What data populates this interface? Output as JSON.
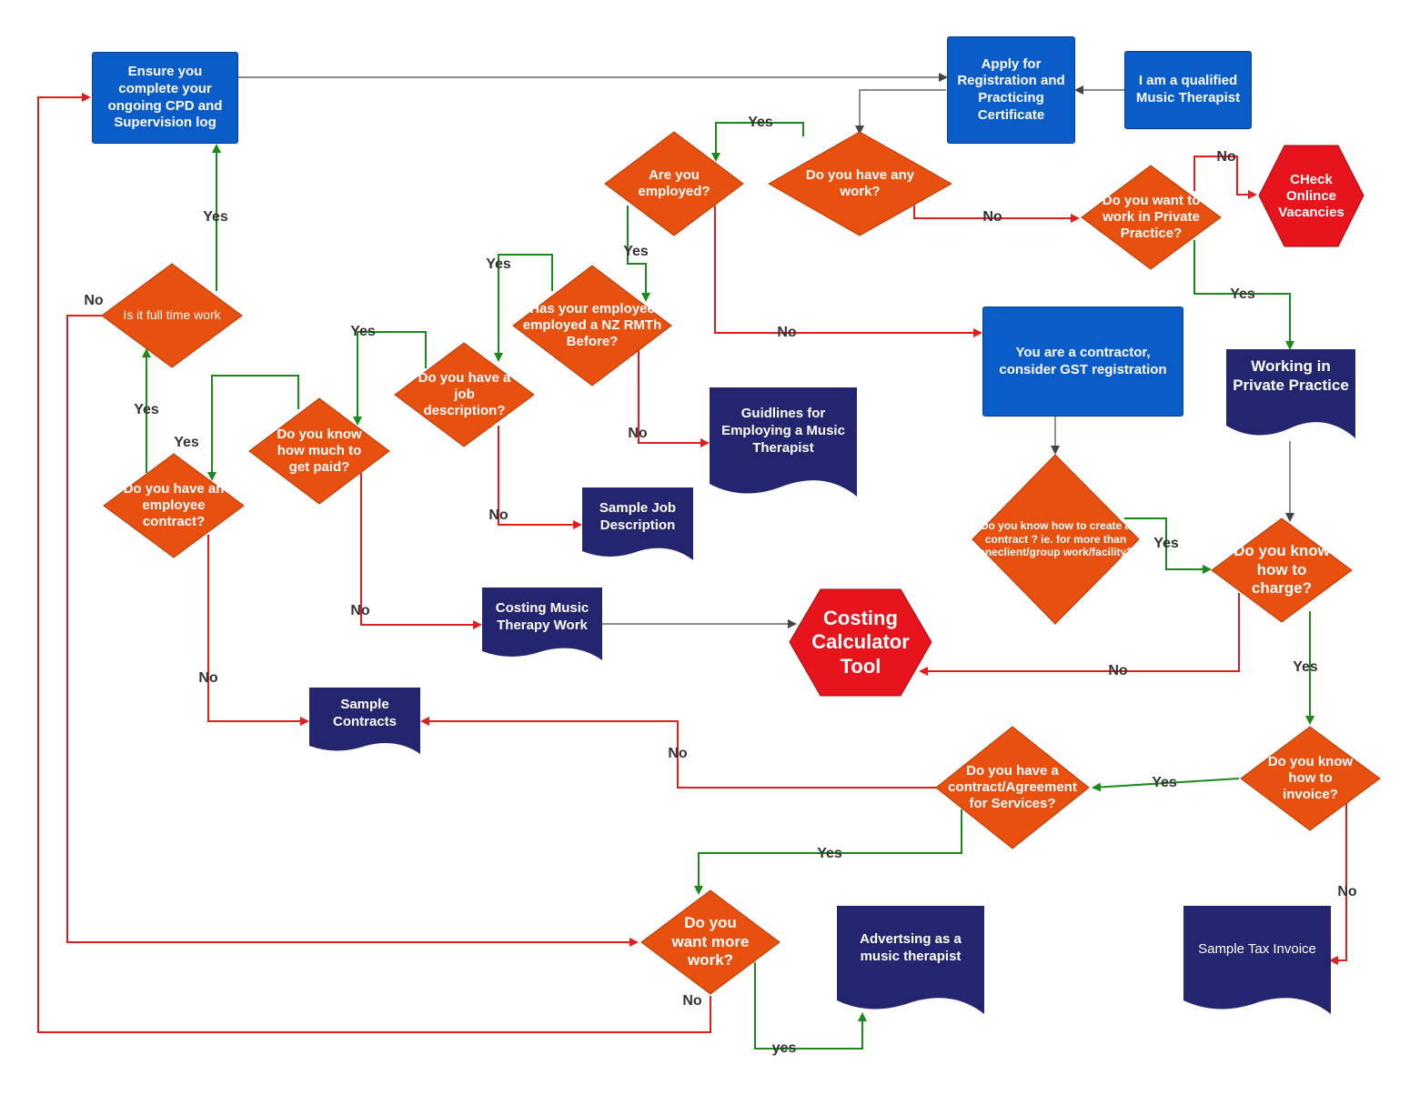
{
  "colors": {
    "box": "#0a5cc8",
    "decision": "#e8500f",
    "doc": "#23266e",
    "terminal": "#e8141c",
    "yes_line": "#1a8a1a",
    "no_line": "#e01e1e",
    "plain_line": "#444444"
  },
  "nodes": {
    "cpd": "Ensure you complete your ongoing CPD and Supervision log",
    "apply": "Apply for Registration and Practicing Certificate",
    "qualified": "I am a qualified Music Therapist",
    "contractor": "You are a contractor, consider GST registration",
    "q_work": "Do you have any work?",
    "q_employed": "Are you employed?",
    "q_private": "Do you want to work in Private Practice?",
    "q_fulltime": "Is it full time work",
    "q_rmth": "Has your employee employed a NZ RMTh Before?",
    "q_jobdesc": "Do you have a job description?",
    "q_paid": "Do you know how much to get paid?",
    "q_empcontract": "Do you have an employee contract?",
    "q_create": "Do you know how to create a contract ? ie. for more than oneclient/group work/facility?",
    "q_charge": "Do you know how to charge?",
    "q_invoice": "Do you know how to invoice?",
    "q_agreement": "Do you have a contract/Agreement for Services?",
    "q_morework": "Do you want more work?",
    "vacancies": "CHeck Onlince Vacancies",
    "calculator": "Costing Calculator Tool",
    "doc_private": "Working in Private Practice",
    "doc_guidelines": "Guidlines for Employing a Music Therapist",
    "doc_jobdesc": "Sample Job Description",
    "doc_costing": "Costing Music Therapy Work",
    "doc_contracts": "Sample Contracts",
    "doc_advert": "Advertsing as a music therapist",
    "doc_invoice": "Sample Tax Invoice"
  },
  "edge_labels": {
    "yes": "Yes",
    "no": "No",
    "yes_lower": "yes"
  }
}
